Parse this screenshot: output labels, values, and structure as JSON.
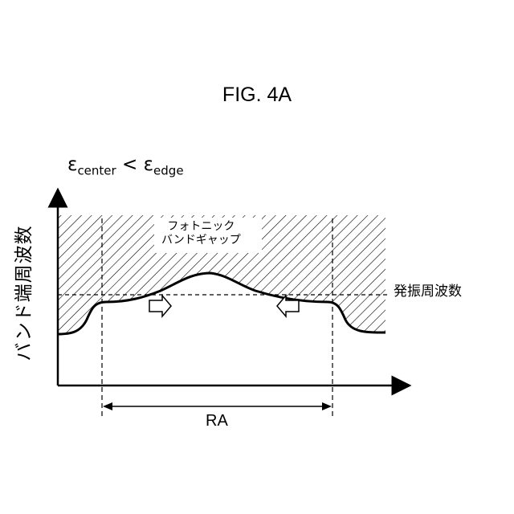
{
  "figure": {
    "title": "FIG. 4A",
    "condition": {
      "left_symbol": "ε",
      "left_subscript": "center",
      "relation": "<",
      "right_symbol": "ε",
      "right_subscript": "edge"
    },
    "y_axis_label": "バンド端周波数",
    "band_gap_label_line1": "フォトニック",
    "band_gap_label_line2": "バンドギャップ",
    "oscillation_label": "発振周波数",
    "range_label": "RA"
  },
  "colors": {
    "line": "#000000",
    "hatch": "#000000",
    "background": "#ffffff"
  }
}
